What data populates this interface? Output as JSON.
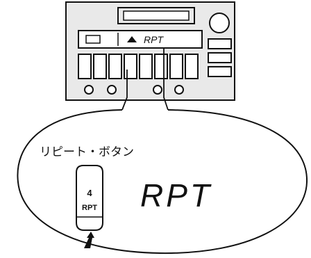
{
  "radio_unit": {
    "display_text": "RPT"
  },
  "callout": {
    "label": "リピート・ボタン",
    "button_number": "4",
    "button_text": "RPT",
    "display_text": "RPT"
  },
  "colors": {
    "ink": "#111111",
    "panel_fill": "#e9e9e9",
    "background": "#ffffff"
  }
}
